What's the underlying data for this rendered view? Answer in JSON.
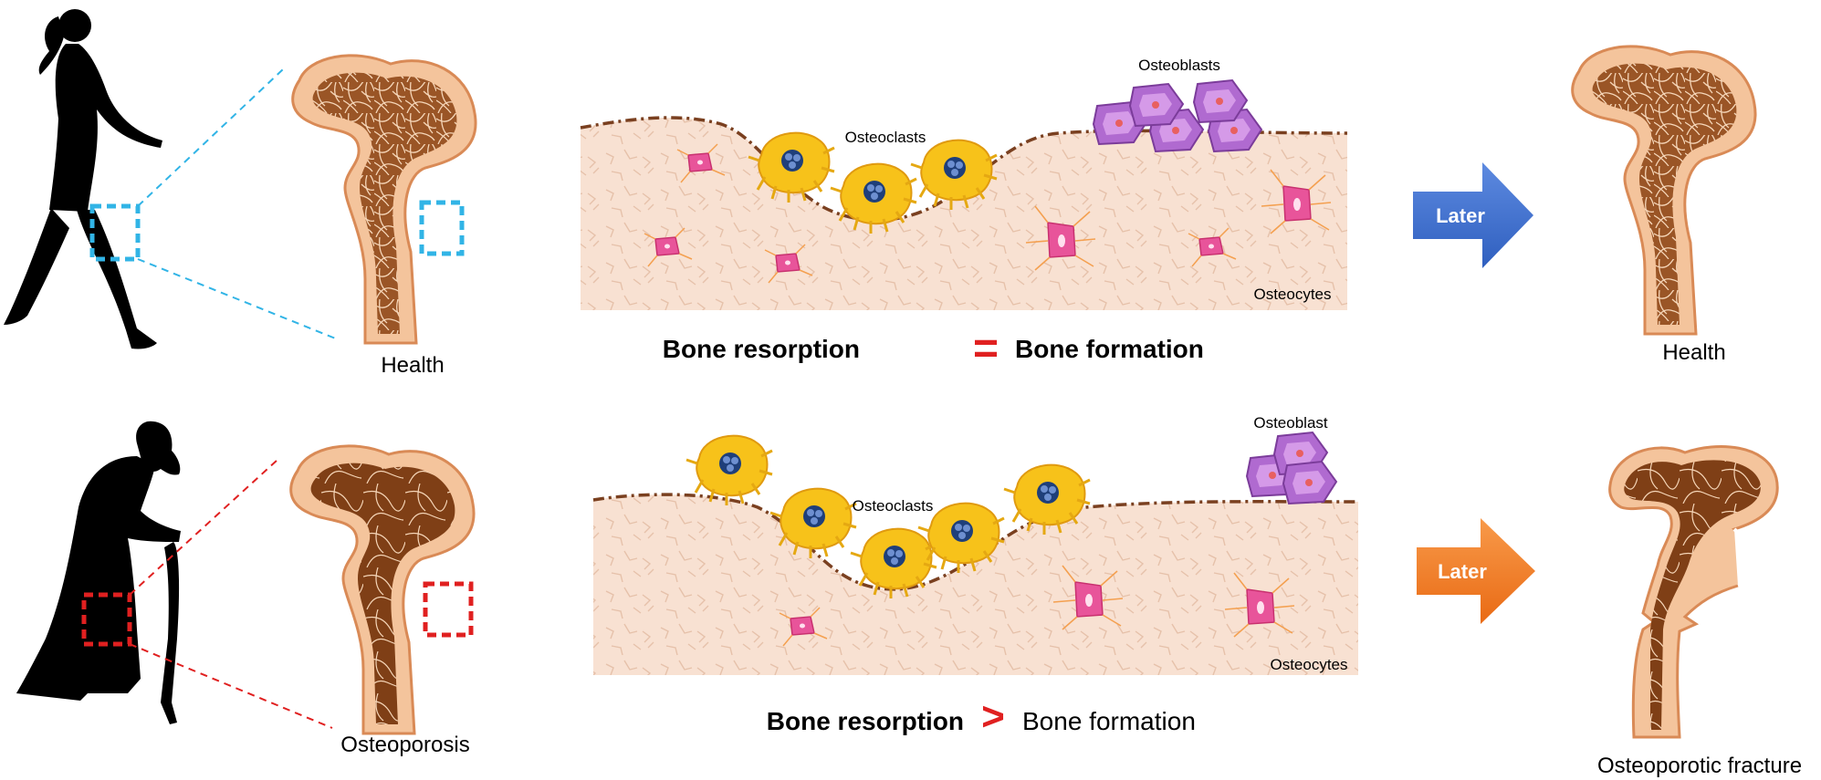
{
  "top_row": {
    "femur_caption": "Health",
    "cell_labels": {
      "osteoblasts": "Osteoblasts",
      "osteoclasts": "Osteoclasts",
      "osteocytes": "Osteocytes"
    },
    "balance": {
      "left": "Bone resorption",
      "operator": "=",
      "right": "Bone formation"
    },
    "arrow_label": "Later",
    "outcome_caption": "Health"
  },
  "bottom_row": {
    "femur_caption": "Osteoporosis",
    "cell_labels": {
      "osteoblast": "Osteoblast",
      "osteoclasts": "Osteoclasts",
      "osteocytes": "Osteocytes"
    },
    "balance": {
      "left": "Bone resorption",
      "operator": ">",
      "right": "Bone formation"
    },
    "arrow_label": "Later",
    "outcome_caption": "Osteoporotic fracture"
  },
  "colors": {
    "bone_cortex": "#f4c49c",
    "bone_outline": "#d98a56",
    "trabecular": "#8b4a22",
    "matrix": "#f8e1d2",
    "osteoclast": "#f7c21a",
    "osteoblast": "#b06ad0",
    "osteocyte": "#e8549a",
    "healthy_marker": "#31b4e6",
    "disease_marker": "#e02020",
    "arrow_blue": "#3a6fcf",
    "arrow_orange": "#f07a24",
    "operator_red": "#e02020"
  },
  "icons": {
    "walking_woman": "woman-walking-silhouette",
    "elderly_woman": "elderly-woman-with-cane-silhouette",
    "femur": "femur-bone-illustration"
  }
}
